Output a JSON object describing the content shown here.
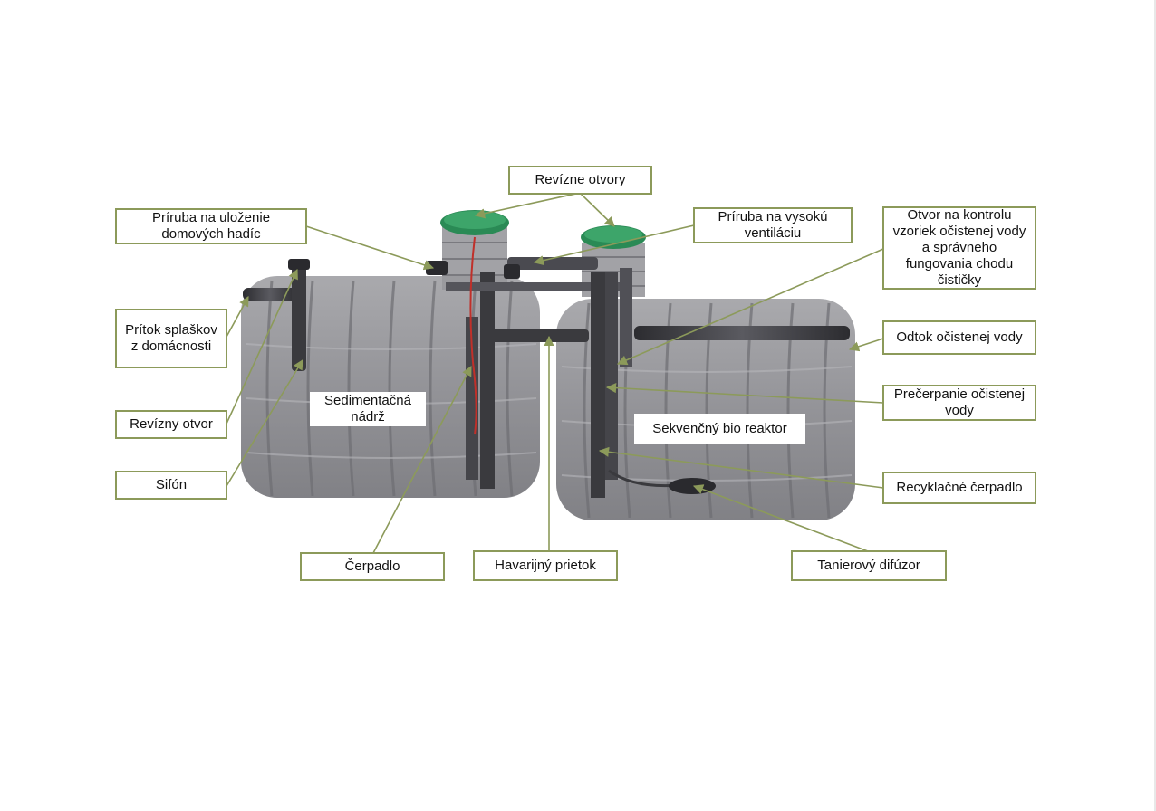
{
  "colors": {
    "label_border": "#8c9a5a",
    "leader_line": "#8c9a5a",
    "tank_body": "#8e8e92",
    "tank_dark": "#6f6f74",
    "lid_green": "#2a8a55",
    "pipe": "#3a3a3e",
    "hose": "#c0302a"
  },
  "labels": {
    "revizne_otvory": "Revízne otvory",
    "priruba_domove": "Príruba na uloženie domových hadíc",
    "priruba_ventilacia": "Príruba na vysokú ventiláciu",
    "otvor_kontrola": "Otvor na kontrolu vzoriek očistenej vody a správneho fungovania chodu čističky",
    "pritok_splaskov": "Prítok splaškov z domácnosti",
    "odtok_vody": "Odtok očistenej vody",
    "revizny_otvor": "Revízny otvor",
    "precerpanie": "Prečerpanie očistenej vody",
    "sifon": "Sifón",
    "recyklacne_cerpadlo": "Recyklačné čerpadlo",
    "cerpadlo": "Čerpadlo",
    "havarijny_prietok": "Havarijný prietok",
    "tanierovy_difuzor": "Tanierový difúzor"
  },
  "inner_labels": {
    "sedimentacna": "Sedimentačná nádrž",
    "bio_reaktor": "Sekvenčný bio reaktor"
  },
  "icons": {
    "tank_left": "sedimentation-tank",
    "tank_right": "bioreactor-tank",
    "lid": "green-inspection-lid"
  }
}
